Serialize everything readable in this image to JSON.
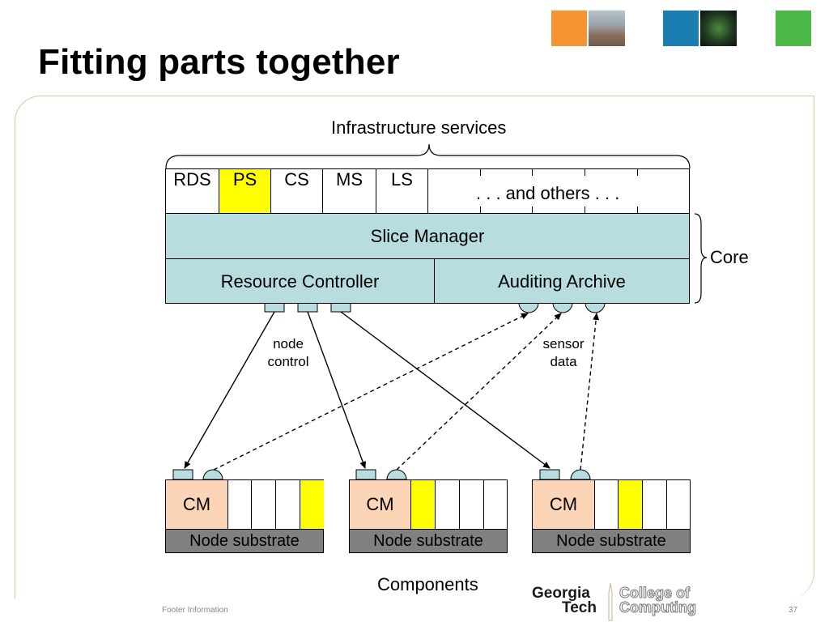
{
  "slide": {
    "title": "Fitting parts together",
    "footer": "Footer Information",
    "page_number": "37"
  },
  "diagram": {
    "infrastructure_label": "Infrastructure services",
    "services": [
      "RDS",
      "PS",
      "CS",
      "MS",
      "LS"
    ],
    "others_label": ". . . and others . . .",
    "slice_manager": "Slice Manager",
    "resource_controller": "Resource Controller",
    "auditing_archive": "Auditing Archive",
    "core_label": "Core",
    "node_control_label": "node\ncontrol",
    "sensor_data_label": "sensor\ndata",
    "components_label": "Components",
    "component_nodes": [
      {
        "cm": "CM",
        "substrate": "Node substrate"
      },
      {
        "cm": "CM",
        "substrate": "Node substrate"
      },
      {
        "cm": "CM",
        "substrate": "Node substrate"
      }
    ]
  },
  "logo": {
    "line1": "Georgia",
    "line2": "Tech",
    "college_line1": "College of",
    "college_line2": "Computing"
  },
  "colors": {
    "highlight": "#ffff00",
    "core_fill": "#b7dde0",
    "cm_fill": "#fbd5b5",
    "substrate_fill": "#808080",
    "orange_thumb": "#f79431",
    "blue_thumb": "#1a7eb0",
    "green_thumb": "#4cb848"
  }
}
